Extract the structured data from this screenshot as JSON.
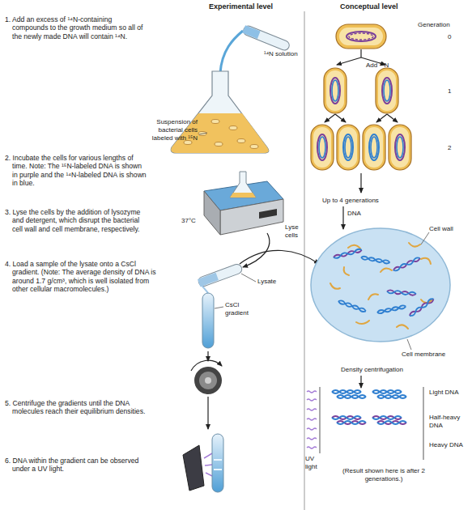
{
  "diagram": {
    "labels": [
      "Experimental level",
      "Conceptual level",
      "1. Add an excess of ¹⁴N-containing compounds to the growth medium so all of the newly made DNA will contain ¹⁴N.",
      "Generation",
      "0",
      "Add ¹⁴N",
      "1",
      "¹⁴N solution",
      "Suspension of bacterial cells labeled with ¹⁵N",
      "2",
      "2. Incubate the cells for various lengths of time. Note: The ¹⁵N-labeled DNA is shown in purple and the ¹⁴N-labeled DNA is shown in blue.",
      "37°C",
      "Lyse cells",
      "Up to 4 generations",
      "DNA",
      "Cell wall",
      "3. Lyse the cells by the addition of lysozyme and detergent, which disrupt the bacterial cell wall and cell membrane, respectively.",
      "4. Load a sample of the lysate onto a CsCl gradient. (Note: The average density of DNA is around 1.7 g/cm³, which is well isolated from other cellular macromolecules.)",
      "Lysate",
      "CsCl gradient",
      "Cell membrane",
      "Density centrifugation",
      "5. Centrifuge the gradients until the DNA molecules reach their equilibrium densities.",
      "Light DNA",
      "Half-heavy DNA",
      "Heavy DNA",
      "6. DNA within the gradient can be observed under a UV light.",
      "UV light",
      "(Result shown here is after 2 generations.)"
    ]
  }
}
